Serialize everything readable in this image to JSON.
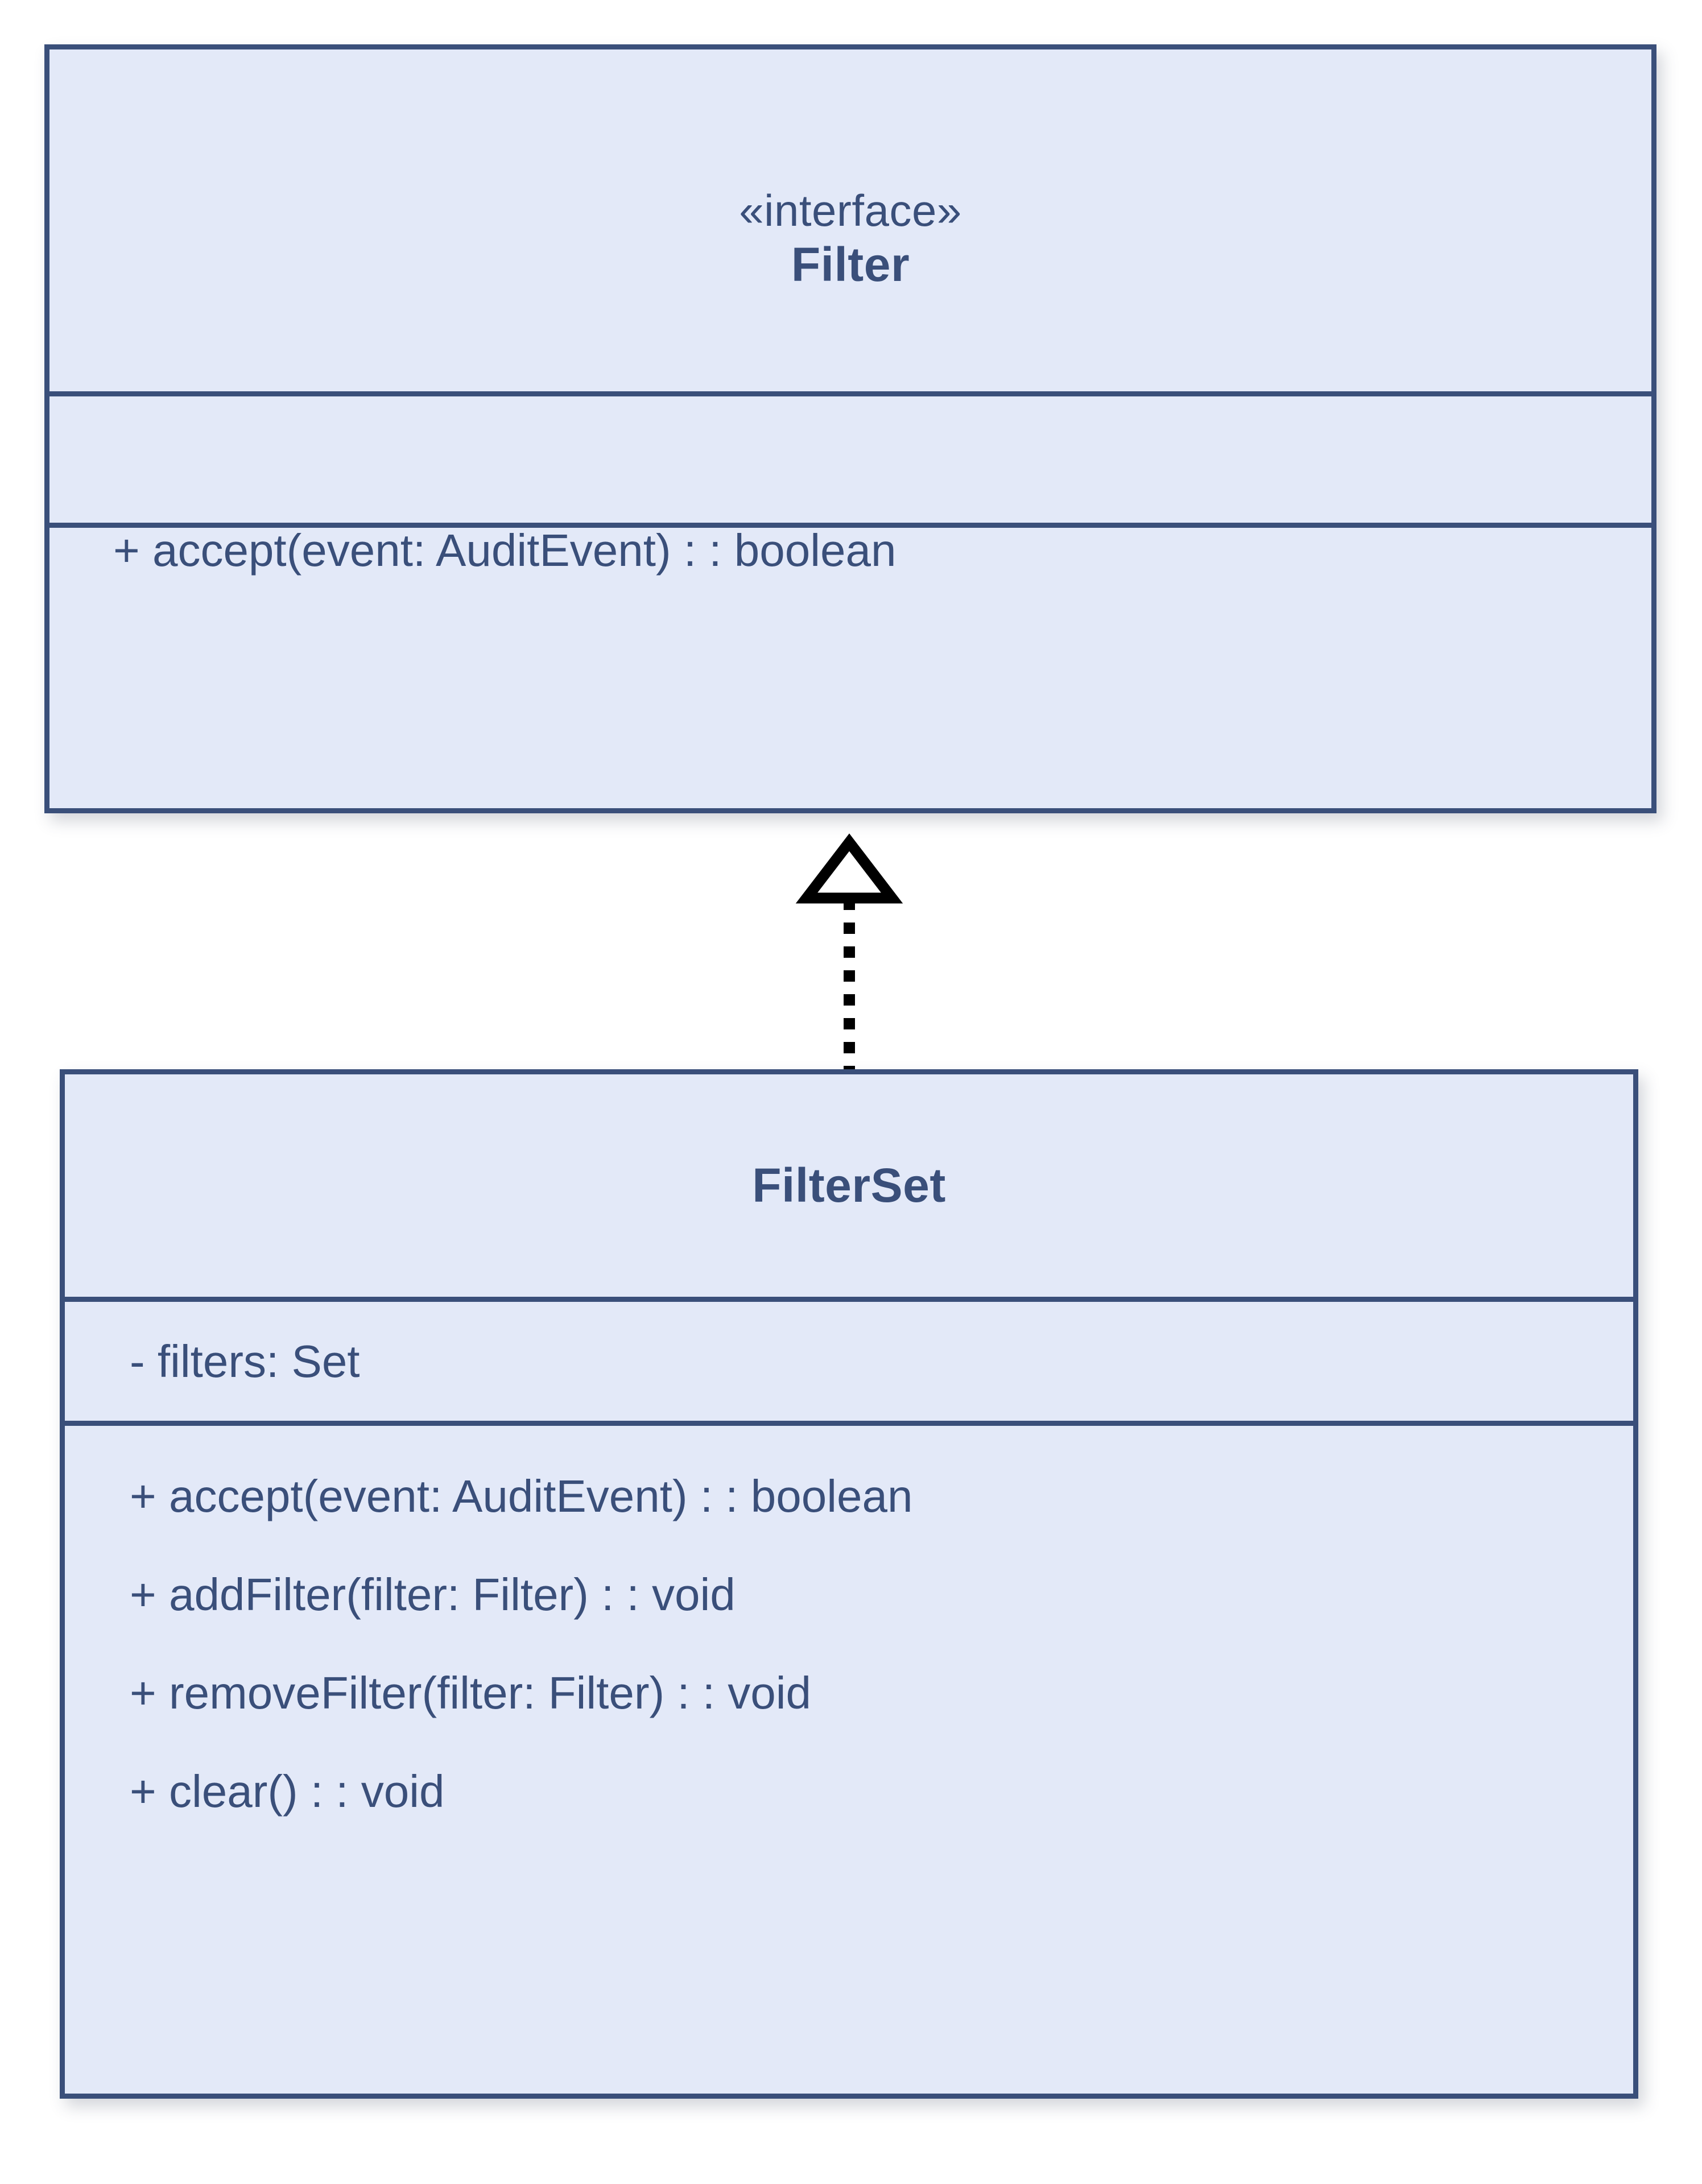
{
  "diagram": {
    "type": "uml-class-diagram",
    "background_color": "#ffffff",
    "class_fill_color": "#e3e9f8",
    "class_border_color": "#3a4f7a",
    "text_color": "#3a4f7a",
    "connector_color": "#000000"
  },
  "classes": [
    {
      "id": "filter",
      "stereotype": "«interface»",
      "name": "Filter",
      "attributes": [],
      "operations": [
        "+ accept(event: AuditEvent) : : boolean"
      ]
    },
    {
      "id": "filterset",
      "stereotype": "",
      "name": "FilterSet",
      "attributes": [
        "- filters: Set"
      ],
      "operations": [
        "+ accept(event: AuditEvent) : : boolean",
        "+ addFilter(filter: Filter) : : void",
        "+ removeFilter(filter: Filter) : : void",
        "+ clear() : : void"
      ]
    }
  ],
  "relationships": [
    {
      "kind": "realization",
      "source": "filterset",
      "target": "filter",
      "line_style": "dotted",
      "arrowhead": "hollow-triangle"
    }
  ]
}
